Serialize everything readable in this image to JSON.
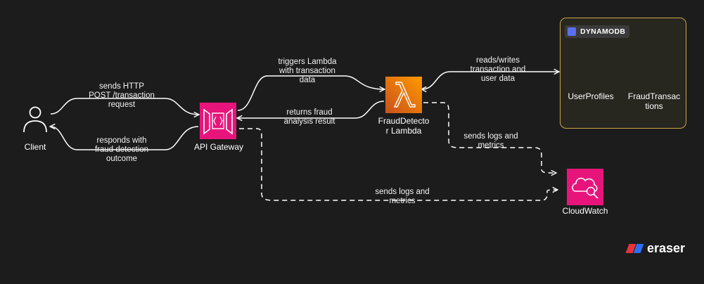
{
  "nodes": {
    "client": "Client",
    "api_gateway": "API Gateway",
    "lambda": [
      "FraudDetecto",
      "r Lambda"
    ],
    "user_profiles": "UserProfiles",
    "fraud_transactions": [
      "FraudTransac",
      "tions"
    ],
    "cloudwatch": "CloudWatch"
  },
  "group": {
    "label": "DYNAMODB"
  },
  "edges": {
    "client_to_gateway": [
      "sends HTTP",
      "POST /transaction",
      "request"
    ],
    "gateway_to_client": [
      "responds with",
      "fraud detection",
      "outcome"
    ],
    "gateway_to_lambda": [
      "triggers Lambda",
      "with transaction",
      "data"
    ],
    "lambda_to_gateway": [
      "returns fraud",
      "analysis result"
    ],
    "lambda_to_dynamo": [
      "reads/writes",
      "transaction and",
      "user data"
    ],
    "lambda_to_cloudwatch": [
      "sends logs and",
      "metrics"
    ],
    "gateway_to_cloudwatch": [
      "sends logs and",
      "metrics"
    ]
  },
  "brand": "eraser",
  "colors": {
    "background": "#1c1c1c",
    "gateway": "#e7157b",
    "lambda": "#ed7100",
    "cloudwatch": "#e7157b",
    "group_border": "#c9a64a"
  }
}
